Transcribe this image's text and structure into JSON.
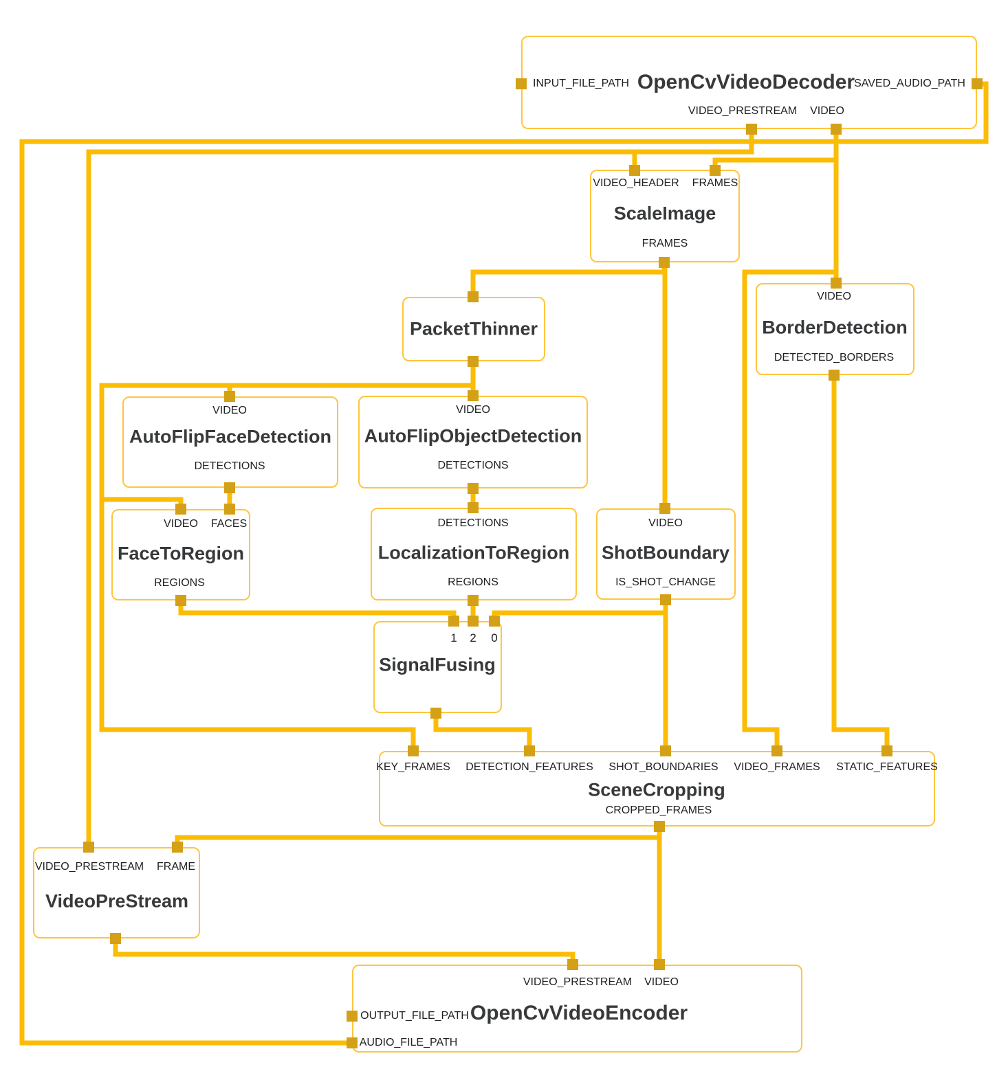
{
  "colors": {
    "edge": "#FBBC04",
    "port": "#D4A017",
    "node_border": "#FFC53D",
    "title_text": "#37393B",
    "label_text": "#202124",
    "background": "#FFFFFF"
  },
  "nodes": {
    "decoder": {
      "title": "OpenCvVideoDecoder",
      "ports": {
        "input_file_path": "INPUT_FILE_PATH",
        "saved_audio_path": "SAVED_AUDIO_PATH",
        "video_prestream": "VIDEO_PRESTREAM",
        "video": "VIDEO"
      }
    },
    "scale_image": {
      "title": "ScaleImage",
      "ports": {
        "video_header": "VIDEO_HEADER",
        "frames_in": "FRAMES",
        "frames_out": "FRAMES"
      }
    },
    "packet_thinner": {
      "title": "PacketThinner"
    },
    "border_detection": {
      "title": "BorderDetection",
      "ports": {
        "video": "VIDEO",
        "detected_borders": "DETECTED_BORDERS"
      }
    },
    "face_detection": {
      "title": "AutoFlipFaceDetection",
      "ports": {
        "video": "VIDEO",
        "detections": "DETECTIONS"
      }
    },
    "object_detection": {
      "title": "AutoFlipObjectDetection",
      "ports": {
        "video": "VIDEO",
        "detections": "DETECTIONS"
      }
    },
    "face_to_region": {
      "title": "FaceToRegion",
      "ports": {
        "video": "VIDEO",
        "faces": "FACES",
        "regions": "REGIONS"
      }
    },
    "localization_to_region": {
      "title": "LocalizationToRegion",
      "ports": {
        "detections": "DETECTIONS",
        "regions": "REGIONS"
      }
    },
    "shot_boundary": {
      "title": "ShotBoundary",
      "ports": {
        "video": "VIDEO",
        "is_shot_change": "IS_SHOT_CHANGE"
      }
    },
    "signal_fusing": {
      "title": "SignalFusing",
      "ports": {
        "p1": "1",
        "p2": "2",
        "p0": "0"
      }
    },
    "scene_cropping": {
      "title": "SceneCropping",
      "ports": {
        "key_frames": "KEY_FRAMES",
        "detection_features": "DETECTION_FEATURES",
        "shot_boundaries": "SHOT_BOUNDARIES",
        "video_frames": "VIDEO_FRAMES",
        "static_features": "STATIC_FEATURES",
        "cropped_frames": "CROPPED_FRAMES"
      }
    },
    "video_pre_stream": {
      "title": "VideoPreStream",
      "ports": {
        "video_prestream": "VIDEO_PRESTREAM",
        "frame": "FRAME"
      }
    },
    "encoder": {
      "title": "OpenCvVideoEncoder",
      "ports": {
        "video_prestream": "VIDEO_PRESTREAM",
        "video": "VIDEO",
        "output_file_path": "OUTPUT_FILE_PATH",
        "audio_file_path": "AUDIO_FILE_PATH"
      }
    }
  }
}
